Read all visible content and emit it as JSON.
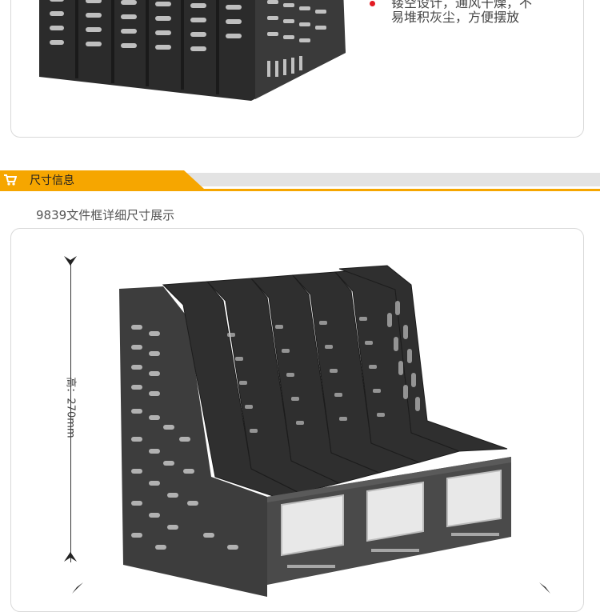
{
  "feature": {
    "line1": "镂空设计，通风干燥，不",
    "line2": "易堆积灰尘，方便摆放"
  },
  "section": {
    "title": "尺寸信息",
    "subtitle": "9839文件框详细尺寸展示"
  },
  "dimension": {
    "height_label": "高：270mm"
  },
  "colors": {
    "accent": "#f6a600",
    "bullet": "#e31b23",
    "product": "#3c3c3c"
  },
  "product": {
    "slots": 5,
    "front_windows": 3
  }
}
